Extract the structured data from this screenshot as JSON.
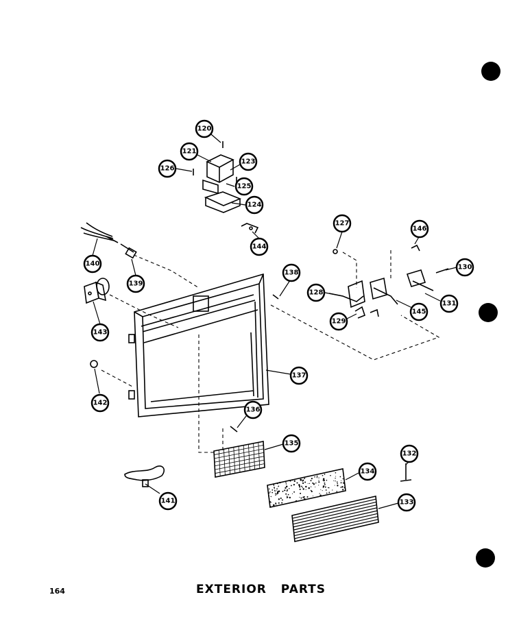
{
  "title": "EXTERIOR  PARTS",
  "page_number": "164",
  "callouts": [
    "120",
    "121",
    "126",
    "123",
    "125",
    "124",
    "144",
    "127",
    "146",
    "130",
    "140",
    "139",
    "138",
    "128",
    "131",
    "145",
    "129",
    "143",
    "137",
    "142",
    "136",
    "135",
    "132",
    "134",
    "141",
    "133"
  ]
}
